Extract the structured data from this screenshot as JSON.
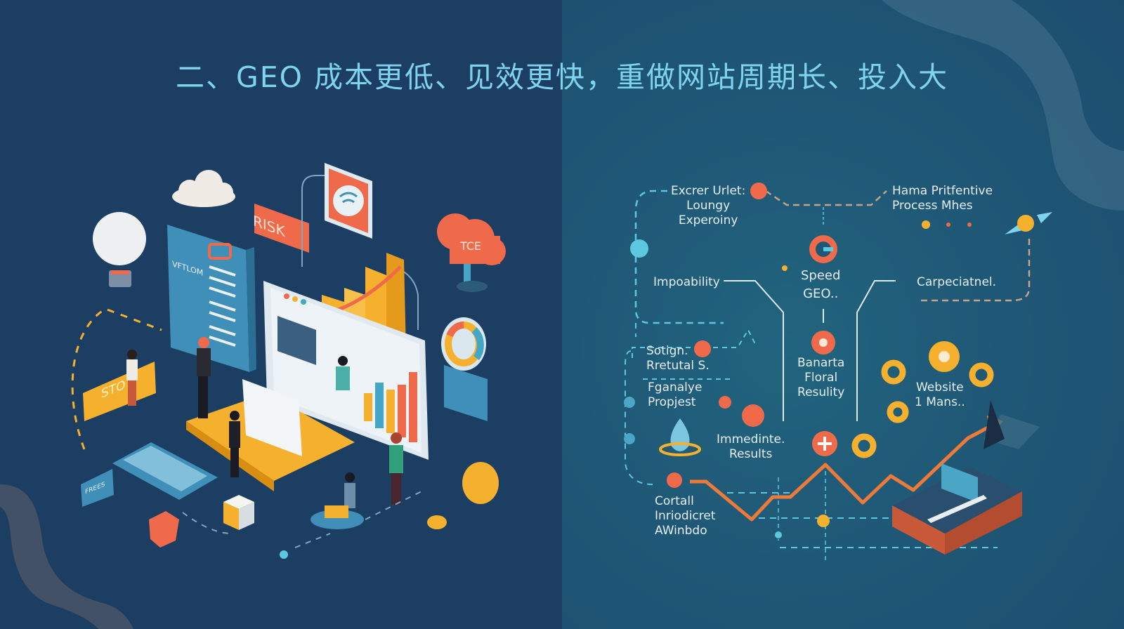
{
  "slide": {
    "title": "二、GEO 成本更低、见效更快，重做网站周期长、投入大",
    "colors": {
      "left_bg": "#1c3e63",
      "right_bg": "#1f5876",
      "title": "#7fd3ec",
      "accent_orange": "#ee6a4a",
      "accent_yellow": "#f5b02e",
      "accent_cyan": "#5cc8e0"
    }
  },
  "left_illustration": {
    "risk_sign": "RISK",
    "board_text": "VFTLOM",
    "stop_sign": "STO",
    "keyboard_tag": "FREES",
    "cloud_sign": "TCE"
  },
  "right_diagram": {
    "nodes": [
      {
        "id": "experience",
        "lines": [
          "Excrer Urlet:",
          "Loungy",
          "Experoiny"
        ]
      },
      {
        "id": "process",
        "lines": [
          "Hama Pritfentive",
          "Process Mhes"
        ]
      },
      {
        "id": "impossibility",
        "lines": [
          "Impoability"
        ]
      },
      {
        "id": "speed",
        "lines": [
          "Speed",
          "GEO.."
        ]
      },
      {
        "id": "capacity",
        "lines": [
          "Carpeciatnel."
        ]
      },
      {
        "id": "solution",
        "lines": [
          "Sotign.",
          "Rretutal S."
        ]
      },
      {
        "id": "project",
        "lines": [
          "Fganalye",
          "Propjest"
        ]
      },
      {
        "id": "banana",
        "lines": [
          "Banarta",
          "Floral",
          "Resulity"
        ]
      },
      {
        "id": "immediate",
        "lines": [
          "Immedinte.",
          "Results"
        ]
      },
      {
        "id": "website",
        "lines": [
          "Website",
          "1 Mans.."
        ]
      },
      {
        "id": "cortall",
        "lines": [
          "Cortall",
          "Inriodicret",
          "AWinbdo"
        ]
      }
    ]
  }
}
